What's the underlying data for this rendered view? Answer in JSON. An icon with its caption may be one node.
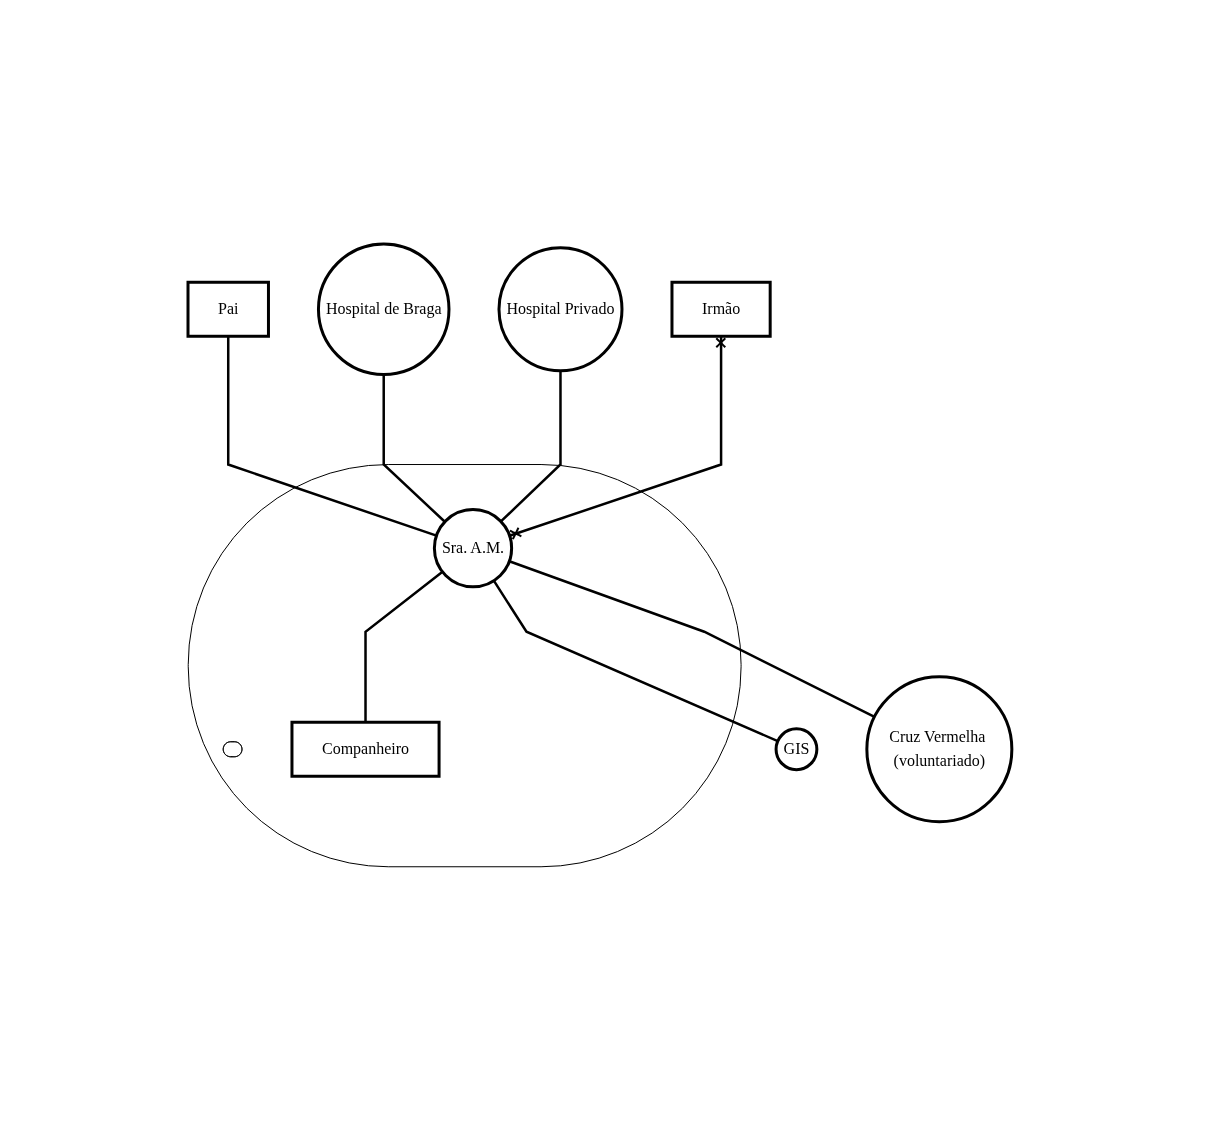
{
  "diagram": {
    "nodes": [
      {
        "text": [
          "Pai"
        ]
      },
      {
        "text": [
          "Hospital de Braga"
        ]
      },
      {
        "text": [
          "Hospital Privado"
        ]
      },
      {
        "text": [
          "Irmão"
        ]
      },
      {
        "text": [],
        "shape": "ellipse"
      },
      {
        "text": [
          "Sra. A.M."
        ],
        "in": 4
      },
      {
        "text": [],
        "shape": "ellipse",
        "in": 4
      },
      {
        "text": [
          "Companheiro"
        ],
        "in": 4
      },
      {
        "text": [
          "Cruz Vermelha (voluntariado)"
        ]
      },
      {
        "text": [
          "GIS"
        ]
      }
    ],
    "edges": [
      {
        "from": 0,
        "to": 5,
        "arrow": "none"
      },
      {
        "from": 1,
        "to": 5,
        "arrow": "none"
      },
      {
        "from": 2,
        "to": 5,
        "arrow": "none"
      },
      {
        "from": 3,
        "to": 5,
        "arrow": "other"
      },
      {
        "from": 5,
        "to": 7,
        "arrow": "none"
      },
      {
        "from": 5,
        "to": 8,
        "arrow": "none"
      },
      {
        "from": 5,
        "to": 9,
        "arrow": "none"
      }
    ]
  }
}
